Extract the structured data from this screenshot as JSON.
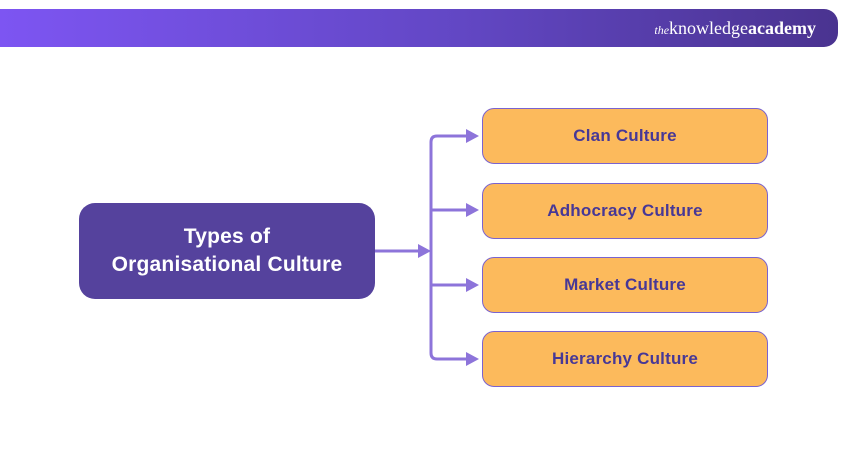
{
  "header": {
    "logo": {
      "prefix": "the",
      "middle": "knowledge",
      "suffix": "academy"
    },
    "gradient_start": "#7d55f2",
    "gradient_end": "#4a3390"
  },
  "diagram": {
    "root": {
      "label_line1": "Types of",
      "label_line2": "Organisational Culture",
      "background": "#55429d",
      "text_color": "#ffffff"
    },
    "branches": [
      {
        "label": "Clan Culture"
      },
      {
        "label": "Adhocracy Culture"
      },
      {
        "label": "Market Culture"
      },
      {
        "label": "Hierarchy Culture"
      }
    ],
    "branch_background": "#fcba5c",
    "branch_border_color": "#7a63cf",
    "branch_text_color": "#473896",
    "connector_color": "#8d74da"
  }
}
